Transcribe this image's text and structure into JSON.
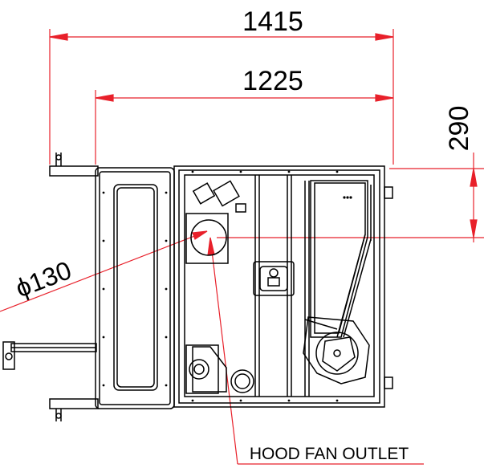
{
  "dimensions": {
    "overall_width": "1415",
    "frame_width": "1225",
    "outlet_offset": "290",
    "outlet_diameter": "ϕ130"
  },
  "labels": {
    "outlet_label": "HOOD FAN OUTLET"
  },
  "colors": {
    "dimension_line": "#e8202a",
    "outline": "#000000"
  }
}
